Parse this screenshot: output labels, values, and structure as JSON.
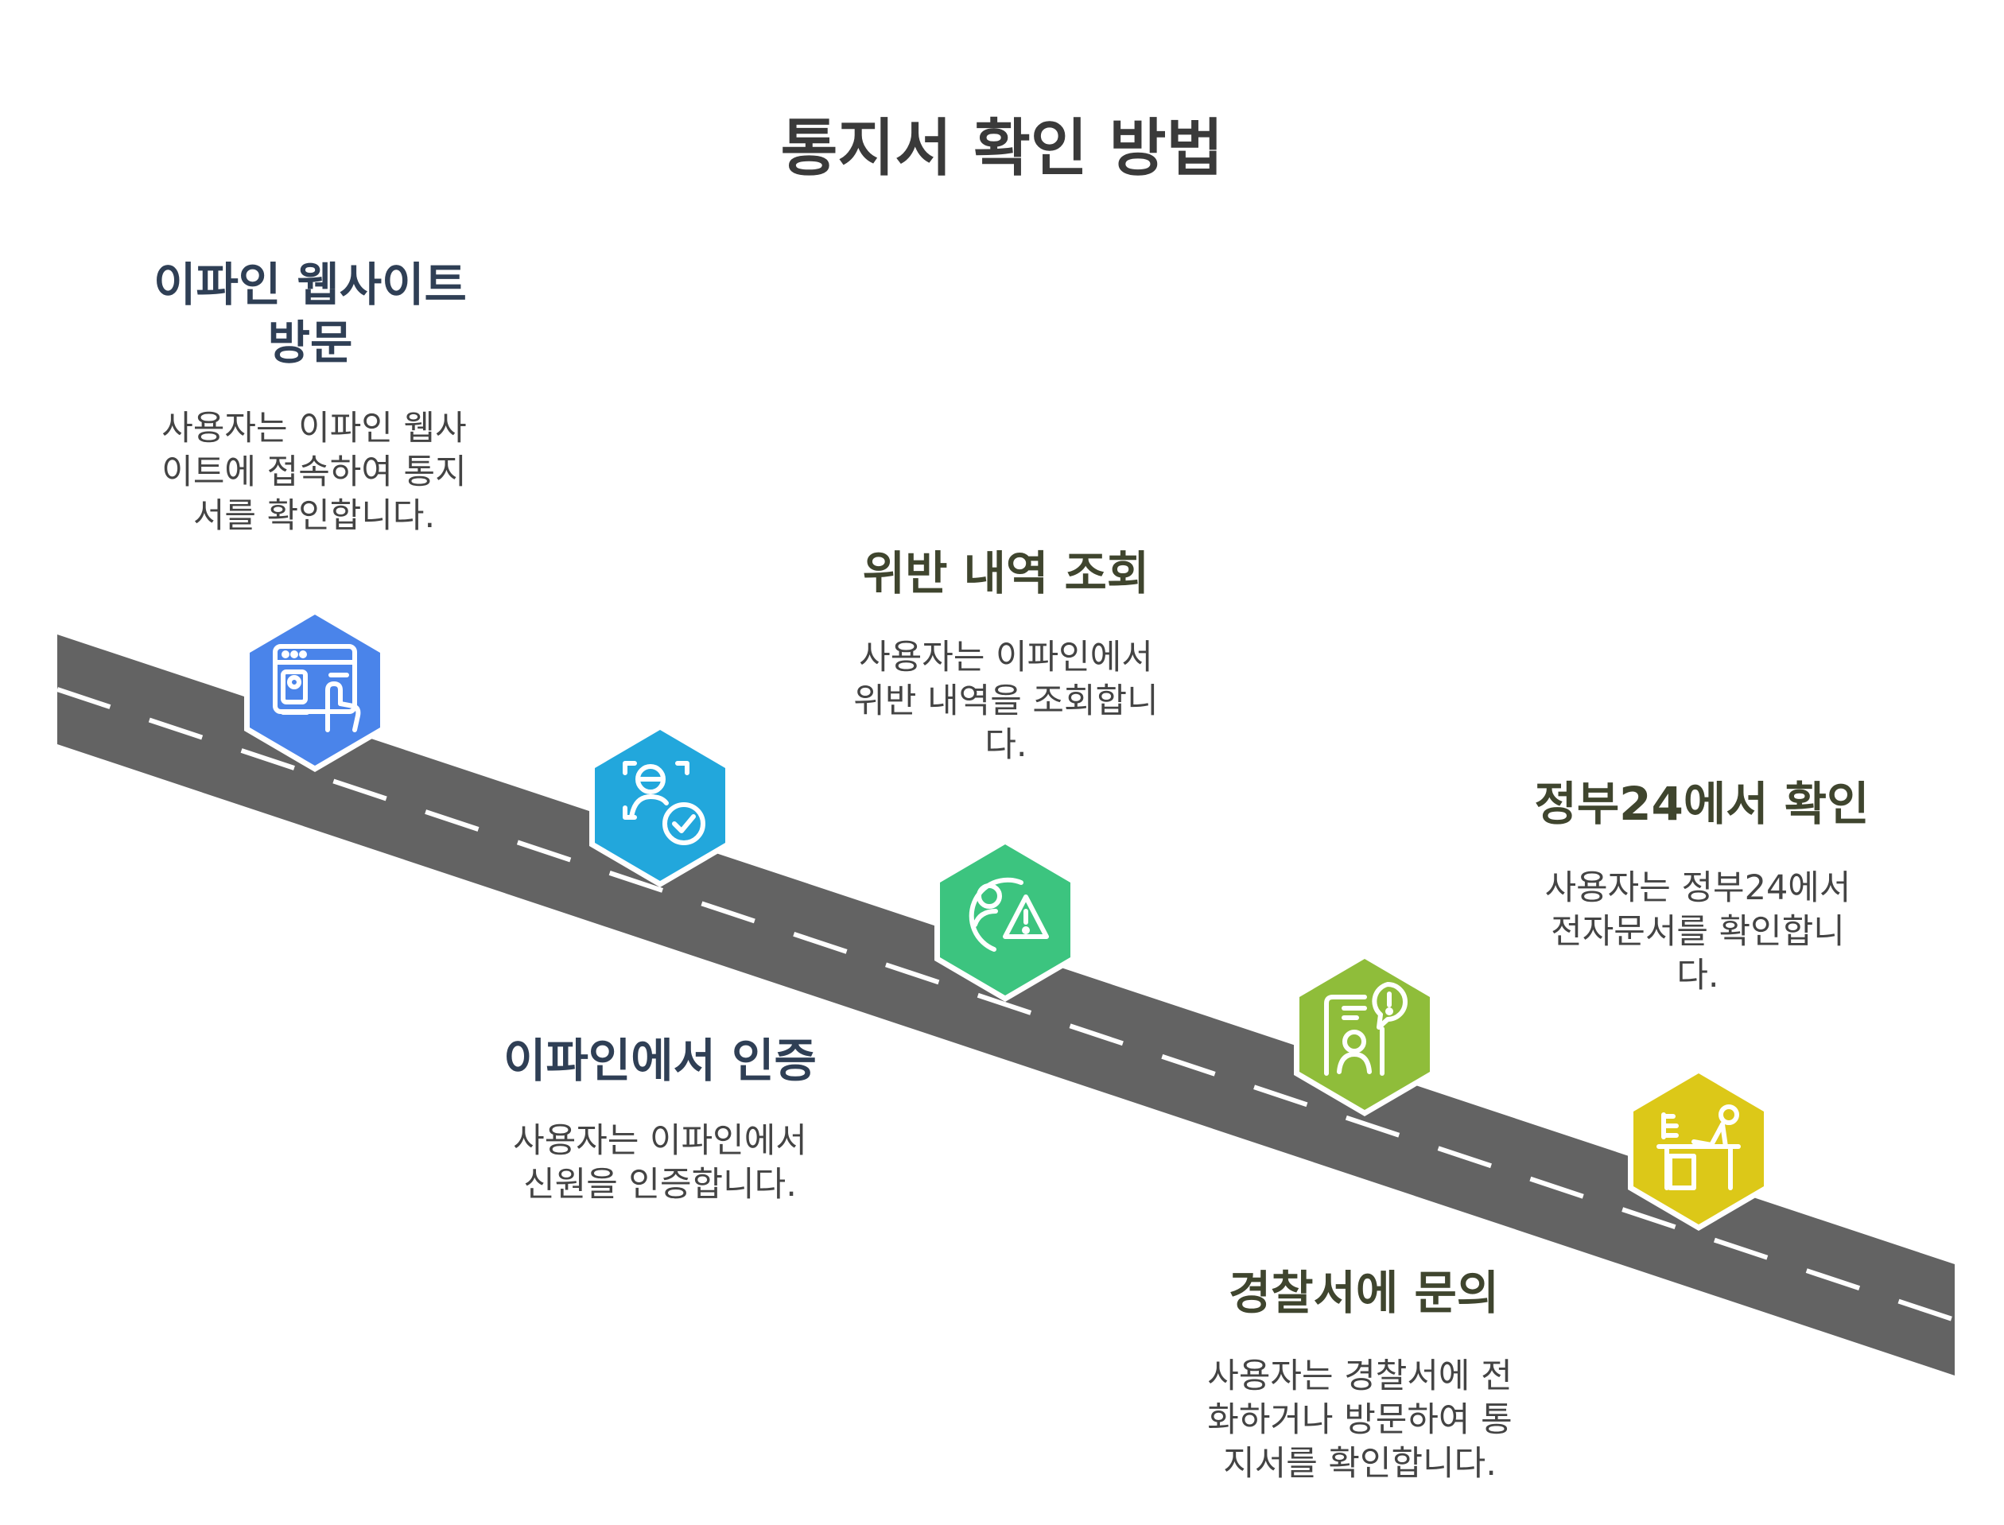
{
  "title": "통지서 확인 방법",
  "colors": {
    "road": "#636363",
    "lane_marking": "#ffffff",
    "step1": "#4a84ea",
    "step2": "#22a7dc",
    "step3": "#3cc47f",
    "step4": "#8fbd3a",
    "step5": "#dcc818"
  },
  "steps": [
    {
      "heading": "이파인 웹사이트 방문",
      "description": "사용자는 이파인 웹사이트에 접속하여 통지서를 확인합니다.",
      "icon": "browser-touch-icon"
    },
    {
      "heading": "이파인에서 인증",
      "description": "사용자는 이파인에서 신원을 인증합니다.",
      "icon": "face-scan-check-icon"
    },
    {
      "heading": "위반 내역 조회",
      "description": "사용자는 이파인에서 위반 내역을 조회합니다.",
      "icon": "user-warning-icon"
    },
    {
      "heading": "경찰서에 문의",
      "description": "사용자는 경찰서에 전화하거나 방문하여 통지서를 확인합니다.",
      "icon": "phone-user-alert-icon"
    },
    {
      "heading": "정부24에서 확인",
      "description": "사용자는 정부24에서 전자문서를 확인합니다.",
      "icon": "person-at-desk-icon"
    }
  ]
}
